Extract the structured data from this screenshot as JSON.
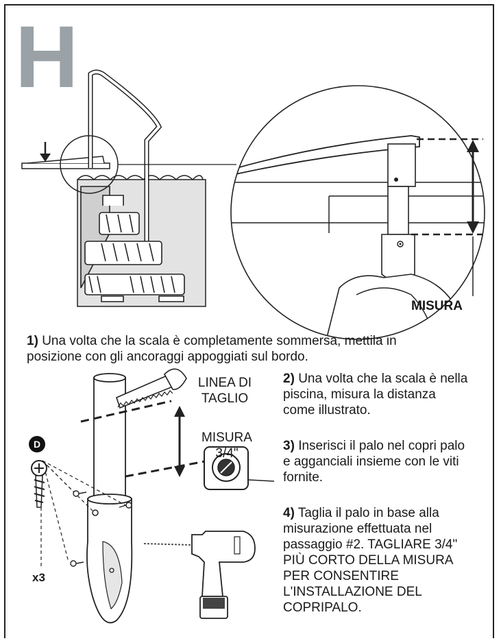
{
  "step": {
    "letter": "H"
  },
  "labels": {
    "misura_detail": "MISURA",
    "cut_line_1": "LINEA DI",
    "cut_line_2": "TAGLIO",
    "measure_1": "MISURA",
    "measure_2": "3/4\"",
    "part_badge": "D",
    "quantity": "x3"
  },
  "instructions": {
    "step1_num": "1)",
    "step1_line1": "Una volta che la scala è completamente sommersa, mettila in",
    "step1_line2": "posizione con gli ancoraggi appoggiati sul bordo.",
    "step2_num": "2)",
    "step2_lines": [
      "Una volta che la scala è nella",
      "piscina, misura la distanza",
      "come illustrato."
    ],
    "step3_num": "3)",
    "step3_lines": [
      "Inserisci il palo nel copri palo",
      "e agganciali insieme con le viti",
      "fornite."
    ],
    "step4_num": "4)",
    "step4_lines": [
      "Taglia il palo in base alla",
      "misurazione effettuata nel",
      "passaggio #2. TAGLIARE 3/4\"",
      "PIÙ CORTO DELLA MISURA",
      "PER CONSENTIRE",
      "L'INSTALLAZIONE DEL",
      "COPRIPALO."
    ]
  }
}
